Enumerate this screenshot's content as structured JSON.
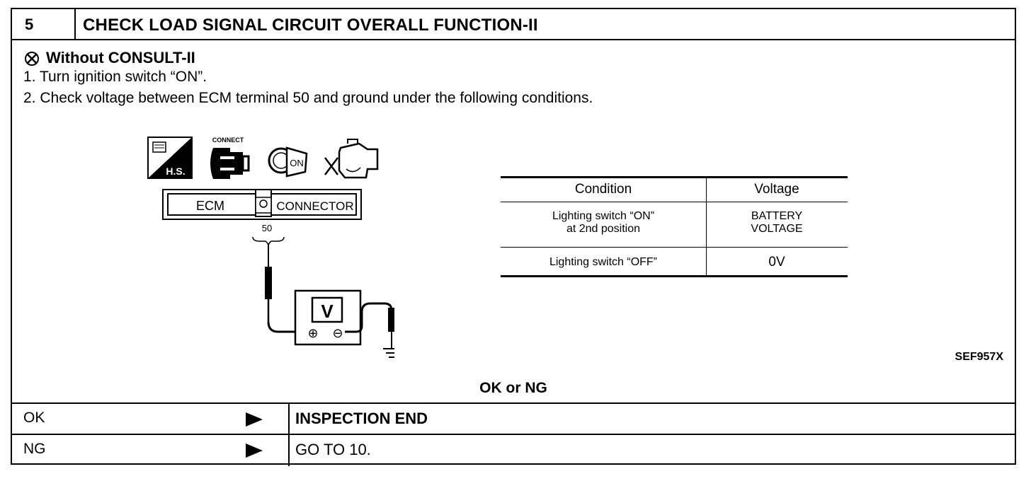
{
  "step": {
    "number": "5",
    "title": "CHECK LOAD SIGNAL CIRCUIT OVERALL FUNCTION-II"
  },
  "method": {
    "label": "Without CONSULT-II",
    "icon": "no-consult-icon"
  },
  "instructions": [
    "1. Turn ignition switch “ON”.",
    "2. Check voltage between ECM terminal 50 and ground under the following conditions."
  ],
  "diagram": {
    "icons": {
      "hs": "H.S.",
      "connect": "CONNECT",
      "ignition": "ON"
    },
    "ecm_left": "ECM",
    "ecm_right": "CONNECTOR",
    "pin_no": "50",
    "meter": "V",
    "plus": "⊕",
    "minus": "⊖"
  },
  "table": {
    "headers": [
      "Condition",
      "Voltage"
    ],
    "rows": [
      {
        "condition": [
          "Lighting switch “ON”",
          "at 2nd position"
        ],
        "voltage": [
          "BATTERY",
          "VOLTAGE"
        ]
      },
      {
        "condition": [
          "Lighting switch “OFF”"
        ],
        "voltage": [
          "0V"
        ]
      }
    ]
  },
  "figure_code": "SEF957X",
  "result_heading": "OK or NG",
  "results": [
    {
      "label": "OK",
      "action": "INSPECTION END"
    },
    {
      "label": "NG",
      "action": "GO TO 10."
    }
  ]
}
